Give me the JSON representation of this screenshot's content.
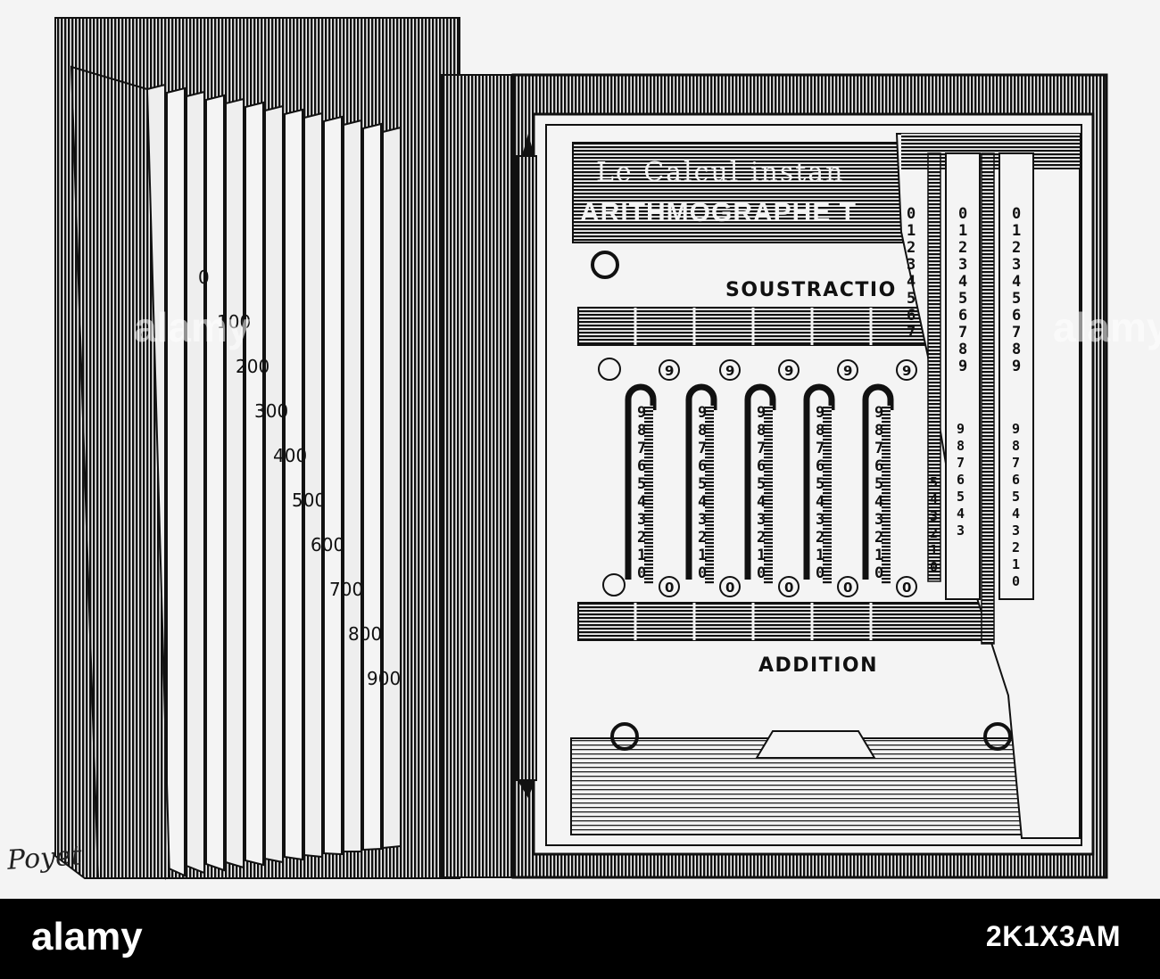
{
  "engraving": {
    "header_line1": "Le Calcul instan",
    "header_line2": "ARITHMOGRAPHE T",
    "subtraction_label": "SOUSTRACTIO",
    "addition_label": "ADDITION",
    "tab_labels": [
      "0",
      "100",
      "200",
      "300",
      "400",
      "500",
      "600",
      "700",
      "800",
      "900"
    ],
    "slide_digits": [
      "9",
      "8",
      "7",
      "6",
      "5",
      "4",
      "3",
      "2",
      "1",
      "0"
    ],
    "top_window_digit": "9",
    "bottom_window_digit": "0",
    "strip_digits": [
      "0",
      "1",
      "2",
      "3",
      "4",
      "5",
      "6",
      "7",
      "8",
      "9"
    ],
    "signature": "Poyet"
  },
  "stock": {
    "logo": "alamy",
    "image_id": "2K1X3AM",
    "watermark": "alamy"
  },
  "colors": {
    "ink": "#111111",
    "paper": "#f4f4f4",
    "stock_bar": "#000000"
  }
}
